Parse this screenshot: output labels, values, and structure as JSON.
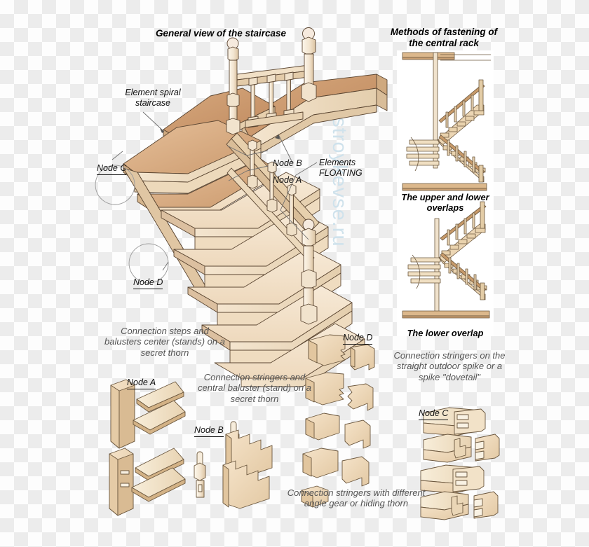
{
  "document": {
    "kind": "technical-illustration",
    "subject": "Wooden staircase construction and joinery nodes"
  },
  "watermark": {
    "text": "ostroykevse.ru",
    "color": "#cfe2ec"
  },
  "palette": {
    "tread_top": "#c9996f",
    "tread_top_light": "#dcb593",
    "wood_light": "#f3e2cb",
    "wood_mid": "#e8d2b2",
    "wood_dark": "#c79a6d",
    "outline": "#5b4632",
    "panel_bg": "#ffffff",
    "text": "#111111",
    "caption_text": "#555555"
  },
  "main": {
    "title": "General view of the staircase",
    "labels": {
      "element_spiral": "Element spiral\nstaircase",
      "node_c": "Node C",
      "node_d": "Node D",
      "node_b": "Node B",
      "node_a": "Node A",
      "elements_floating": "Elements\nFLOATING"
    }
  },
  "right_panel": {
    "title": "Methods of fastening of\nthe central rack",
    "figures": [
      {
        "caption": "The upper and lower\noverlaps"
      },
      {
        "caption": "The lower overlap"
      }
    ],
    "footer_caption": "Connection stringers on the\nstraight outdoor spike or a\nspike \"dovetail\""
  },
  "nodes": {
    "a": {
      "label": "Node A",
      "caption": "Connection steps and\nbalusters center (stands) on a\nsecret thorn"
    },
    "b": {
      "label": "Node B",
      "caption": "Connection stringers and\ncentral baluster (stand) on a\nsecret thorn"
    },
    "c": {
      "label": "Node C",
      "caption": "Connection stringers on the\nstraight outdoor spike or a\nspike \"dovetail\""
    },
    "d": {
      "label": "Node D",
      "caption": "Connection stringers with different\nangle gear or hiding thorn"
    }
  }
}
